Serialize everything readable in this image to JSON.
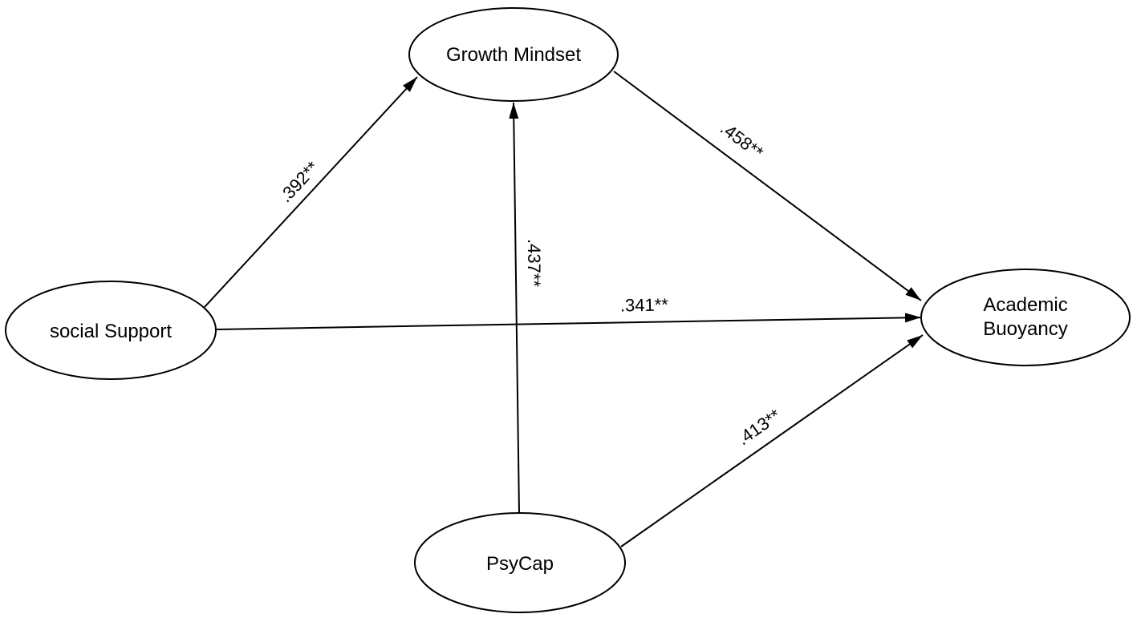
{
  "diagram": {
    "nodes": {
      "growth": {
        "lines": [
          "Growth Mindset"
        ]
      },
      "social": {
        "lines": [
          "social Support"
        ]
      },
      "academic": {
        "lines": [
          "Academic",
          "Buoyancy"
        ]
      },
      "psycap": {
        "lines": [
          "PsyCap"
        ]
      }
    },
    "paths": {
      "social_to_growth": {
        "label": ".392**"
      },
      "psycap_to_growth": {
        "label": ".437**"
      },
      "growth_to_academic": {
        "label": ".458**"
      },
      "social_to_academic": {
        "label": ".341**"
      },
      "psycap_to_academic": {
        "label": ".413**"
      }
    },
    "colors": {
      "stroke": "#000000",
      "fill": "#ffffff"
    }
  }
}
